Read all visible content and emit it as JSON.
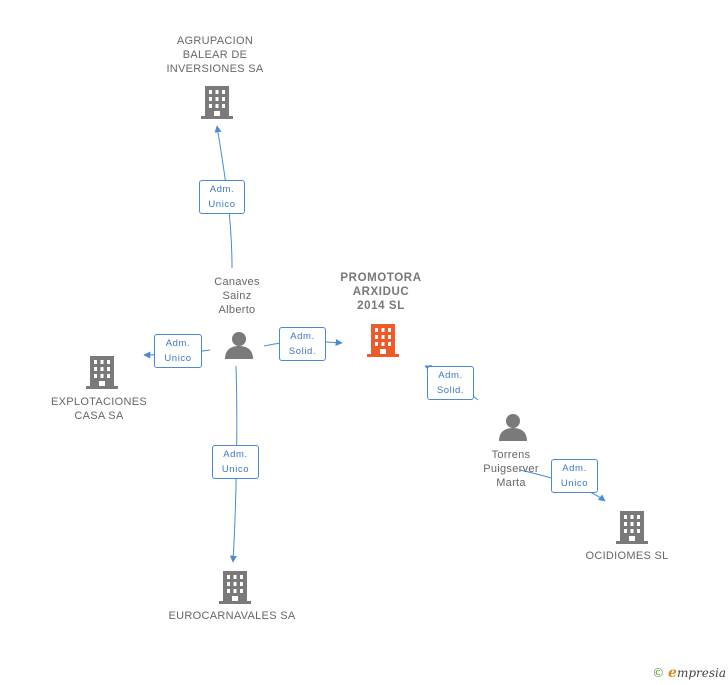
{
  "nodes": {
    "agrupacion": "AGRUPACION\nBALEAR DE\nINVERSIONES SA",
    "canaves": "Canaves\nSainz\nAlberto",
    "promotora": "PROMOTORA\nARXIDUC\n2014  SL",
    "explotaciones": "EXPLOTACIONES\nCASA SA",
    "torrens": "Torrens\nPuigserver\nMarta",
    "eurocarnavales": "EUROCARNAVALES SA",
    "ocidiomes": "OCIDIOMES  SL"
  },
  "edges": {
    "canaves_agrupacion": "Adm.\nUnico",
    "canaves_explotaciones": "Adm.\nUnico",
    "canaves_promotora": "Adm.\nSolid.",
    "torrens_promotora": "Adm.\nSolid.",
    "canaves_eurocarnavales": "Adm.\nUnico",
    "torrens_ocidiomes": "Adm.\nUnico"
  },
  "colors": {
    "company": "#7a7a7a",
    "main_company": "#f05a28",
    "person": "#7a7a7a",
    "edge": "#4a8ad4"
  },
  "icons": {
    "company": "building-icon",
    "person": "person-icon"
  },
  "footer": {
    "copyright": "©",
    "brand_initial": "e",
    "brand_rest": "mpresia"
  }
}
